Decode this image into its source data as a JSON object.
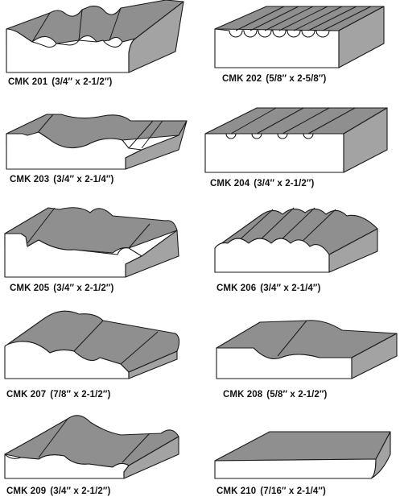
{
  "profiles": [
    {
      "code": "CMK 201",
      "size": "(3/4″ x 2-1/2″)",
      "icon": "molding-profile-201"
    },
    {
      "code": "CMK 202",
      "size": "(5/8″ x 2-5/8″)",
      "icon": "molding-profile-202"
    },
    {
      "code": "CMK 203",
      "size": "(3/4″ x 2-1/4″)",
      "icon": "molding-profile-203"
    },
    {
      "code": "CMK 204",
      "size": "(3/4″ x 2-1/2″)",
      "icon": "molding-profile-204"
    },
    {
      "code": "CMK 205",
      "size": "(3/4″ x 2-1/2″)",
      "icon": "molding-profile-205"
    },
    {
      "code": "CMK 206",
      "size": "(3/4″ x 2-1/4″)",
      "icon": "molding-profile-206"
    },
    {
      "code": "CMK 207",
      "size": "(7/8″ x 2-1/2″)",
      "icon": "molding-profile-207"
    },
    {
      "code": "CMK 208",
      "size": "(5/8″ x 2-1/2″)",
      "icon": "molding-profile-208"
    },
    {
      "code": "CMK 209",
      "size": "(3/4″ x 2-1/2″)",
      "icon": "molding-profile-209"
    },
    {
      "code": "CMK 210",
      "size": "(7/16″ x 2-1/4″)",
      "icon": "molding-profile-210"
    }
  ],
  "colors": {
    "top_face": "#8f8f8f",
    "front_face": "#ffffff",
    "outline": "#1a1a1a"
  }
}
